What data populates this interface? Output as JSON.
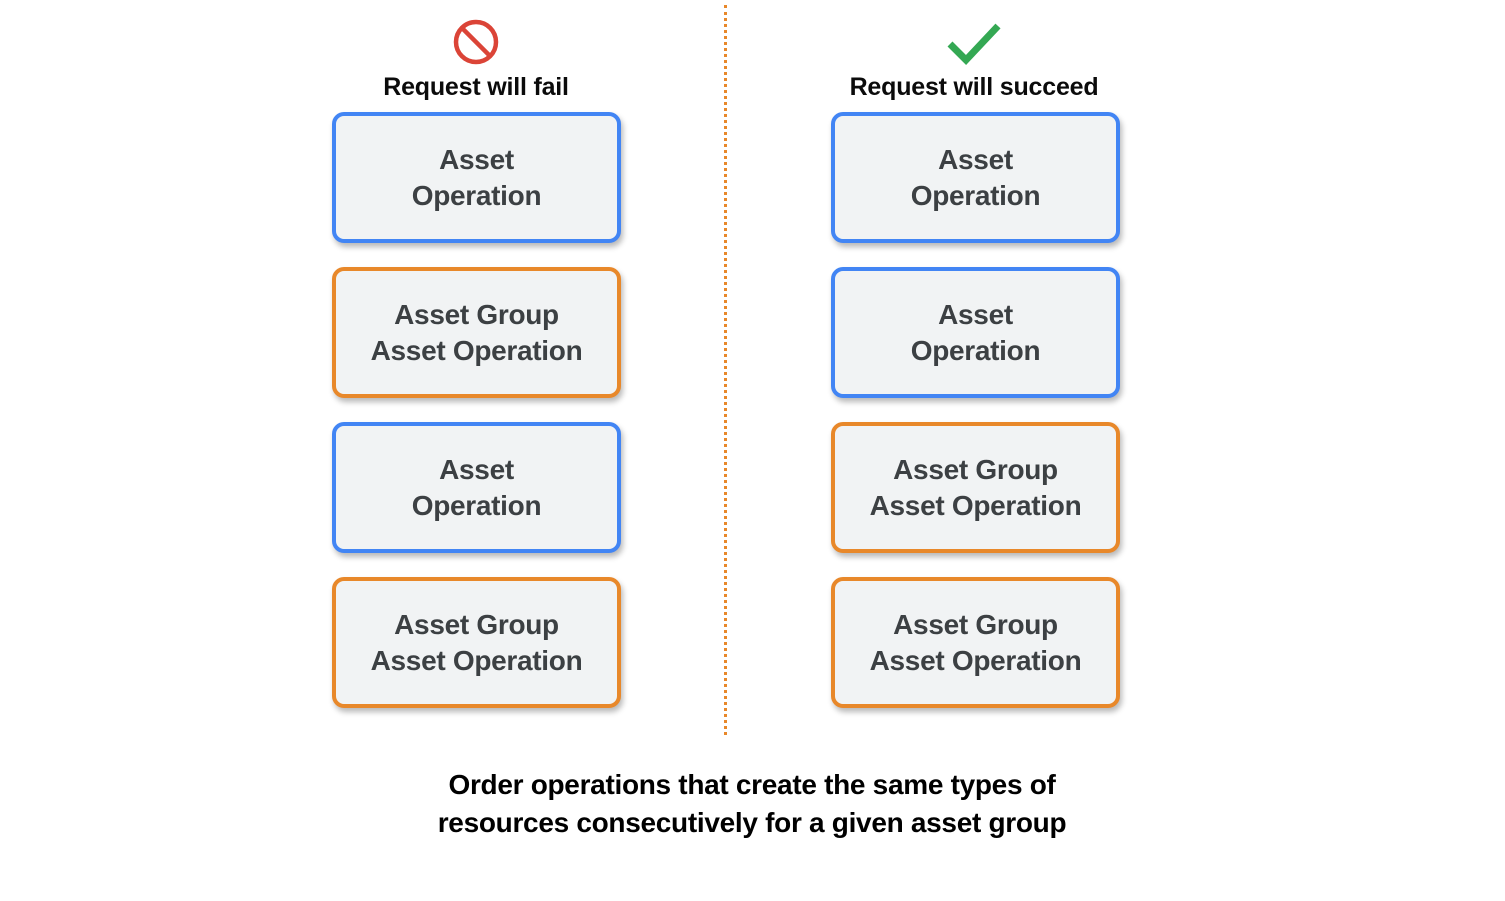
{
  "theme": {
    "background": "#ffffff",
    "box_fill": "#f1f3f4",
    "box_text_color": "#3c4043",
    "accent_blue": "#4285f4",
    "accent_orange": "#e8882a",
    "fail_icon_color": "#db4437",
    "success_icon_color": "#34a853",
    "divider_color": "#e8882a"
  },
  "columns": [
    {
      "id": "fail",
      "icon": "prohibition-icon",
      "icon_color": "#db4437",
      "header": "Request will fail",
      "boxes": [
        {
          "text": "Asset\nOperation",
          "accent": "blue"
        },
        {
          "text": "Asset Group\nAsset Operation",
          "accent": "orange"
        },
        {
          "text": "Asset\nOperation",
          "accent": "blue"
        },
        {
          "text": "Asset Group\nAsset Operation",
          "accent": "orange"
        }
      ]
    },
    {
      "id": "succeed",
      "icon": "check-icon",
      "icon_color": "#34a853",
      "header": "Request will succeed",
      "boxes": [
        {
          "text": "Asset\nOperation",
          "accent": "blue"
        },
        {
          "text": "Asset\nOperation",
          "accent": "blue"
        },
        {
          "text": "Asset Group\nAsset Operation",
          "accent": "orange"
        },
        {
          "text": "Asset Group\nAsset Operation",
          "accent": "orange"
        }
      ]
    }
  ],
  "caption": "Order operations that create the same types of\nresources consecutively for a given asset group"
}
